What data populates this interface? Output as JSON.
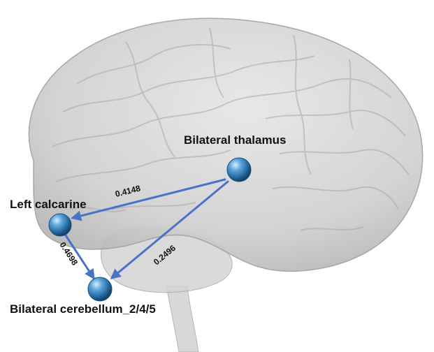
{
  "nodes": {
    "thalamus": {
      "label": "Bilateral thalamus"
    },
    "calcarine": {
      "label": "Left calcarine"
    },
    "cerebellum": {
      "label": "Bilateral cerebellum_2/4/5"
    }
  },
  "edges": [
    {
      "from": "Bilateral thalamus",
      "to": "Left calcarine",
      "weight": "0.4148"
    },
    {
      "from": "Bilateral thalamus",
      "to": "Bilateral cerebellum_2/4/5",
      "weight": "0.2496"
    },
    {
      "from": "Left calcarine",
      "to": "Bilateral cerebellum_2/4/5",
      "weight": "0.4698"
    }
  ],
  "colors": {
    "edge": "#4a72c6",
    "node": "#3d8fd0",
    "brain": "#c9c9c9"
  }
}
